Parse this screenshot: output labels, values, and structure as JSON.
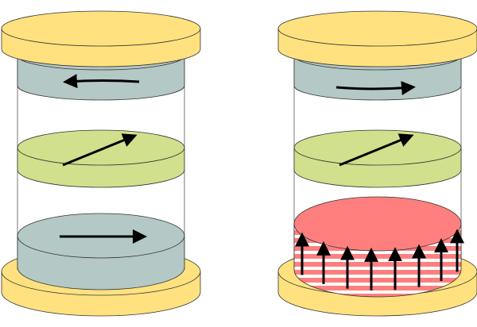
{
  "colors": {
    "cap": "#FFE27F",
    "fixed_layer": "#B4C8C6",
    "free_layer": "#D1E08C",
    "magnet": "#FF7F7F",
    "stripe": "#FFFFFF",
    "arrow": "#000000",
    "outline": "#333333"
  },
  "stacks": [
    {
      "name": "left-stack",
      "bottom_layer": "gray-disk",
      "top_arrow": "left",
      "bottom_arrow": "right"
    },
    {
      "name": "right-stack",
      "bottom_layer": "striped-magnet",
      "top_arrow": "right",
      "bottom_arrow": "up-array"
    }
  ]
}
